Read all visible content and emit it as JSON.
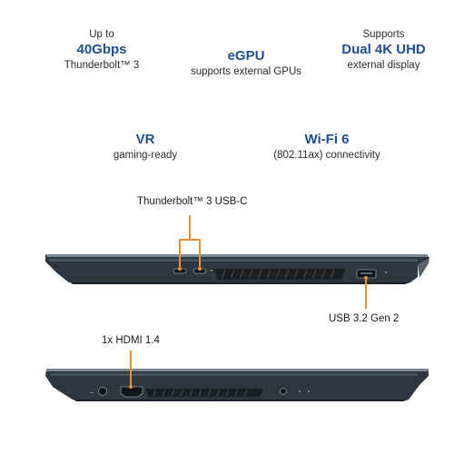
{
  "features": [
    {
      "pre": "Up to",
      "big": "40Gbps",
      "sub": "Thunderbolt™ 3"
    },
    {
      "pre": "",
      "big": "eGPU",
      "sub": "supports external GPUs"
    },
    {
      "pre": "Supports",
      "big": "Dual 4K UHD",
      "sub": "external display"
    },
    {
      "pre": "",
      "big": "VR",
      "sub": "gaming-ready"
    },
    {
      "pre": "",
      "big": "Wi-Fi 6",
      "sub": "(802.11ax) connectivity"
    }
  ],
  "callouts": {
    "thunderbolt": "Thunderbolt™ 3 USB-C",
    "usb": "USB 3.2 Gen 2",
    "hdmi": "1x HDMI 1.4"
  },
  "colors": {
    "accent_text": "#1f4f8a",
    "callout_line": "#e8912e",
    "laptop_body": "#2e3740",
    "laptop_edge": "#6e7a85"
  }
}
